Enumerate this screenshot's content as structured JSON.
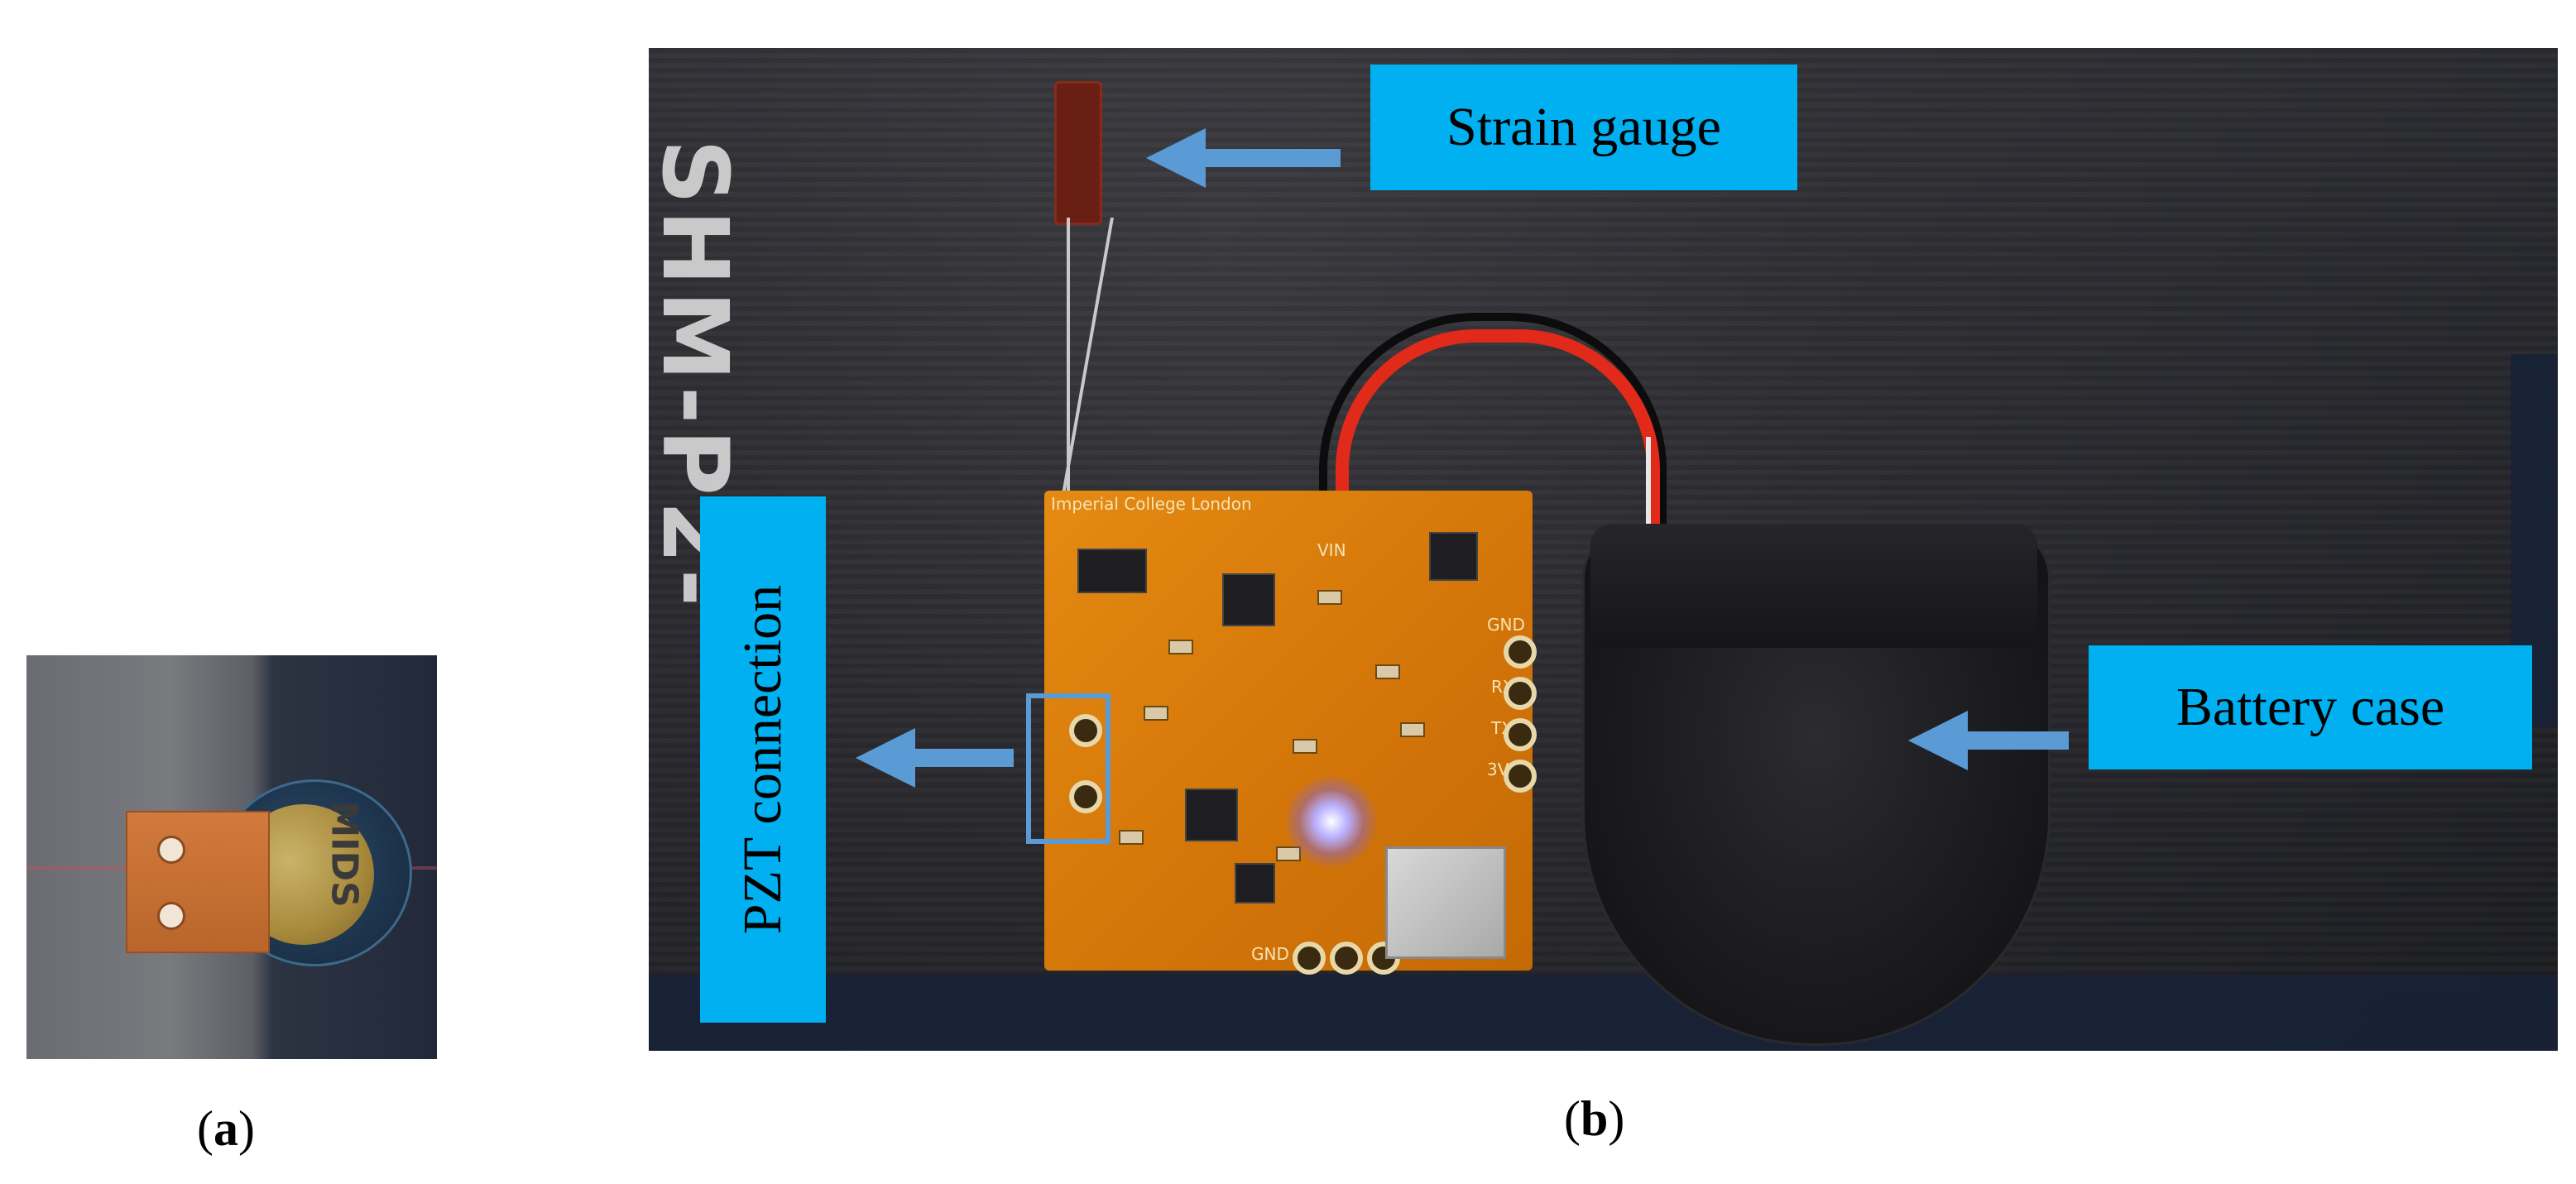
{
  "photo_a": {
    "caption_letter": "a",
    "piezo_marking": "MIDS"
  },
  "photo_b": {
    "caption_letter": "b",
    "marker_text": "SHM-P2-",
    "pcb_labels": {
      "maker": "Imperial College London",
      "vin": "VIN",
      "gnd_top": "GND",
      "rx": "RX",
      "tx": "TX",
      "v33": "3V3",
      "gnd_bottom": "GND"
    },
    "callouts": {
      "strain_gauge": "Strain gauge",
      "pzt_connection": "PZT connection",
      "battery_case": "Battery case"
    }
  },
  "colors": {
    "callout_fill": "#00b0f0",
    "arrow": "#5b9bd5",
    "pcb": "#d97a0a"
  }
}
